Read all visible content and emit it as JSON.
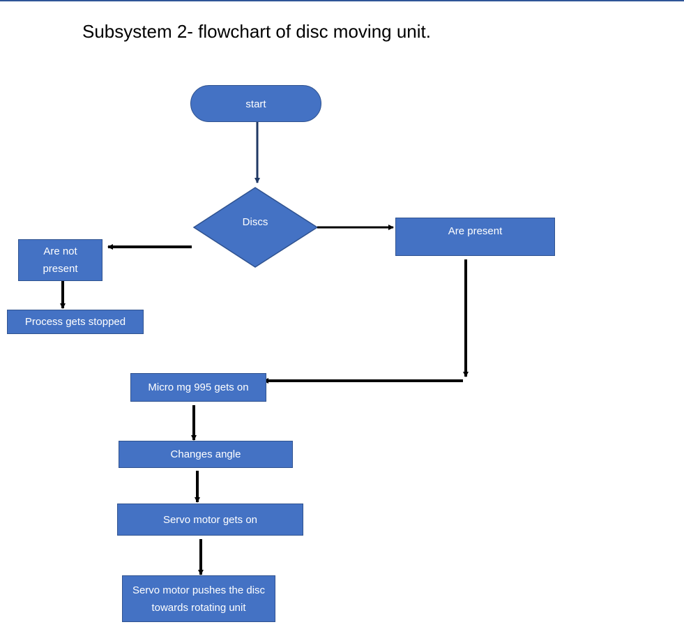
{
  "title": "Subsystem 2- flowchart of disc moving unit.",
  "nodes": {
    "start": "start",
    "discs": "Discs",
    "are_present": "Are present",
    "are_not_present": "Are not present",
    "process_stopped": "Process gets stopped",
    "micro_on": "Micro mg 995 gets on",
    "changes_angle": "Changes angle",
    "servo_on": "Servo motor gets on",
    "servo_pushes": "Servo motor pushes the disc towards rotating unit"
  },
  "colors": {
    "fill": "#4472C4",
    "border": "#2F528F",
    "arrow": "#000000",
    "start_arrow": "#1F3864"
  }
}
